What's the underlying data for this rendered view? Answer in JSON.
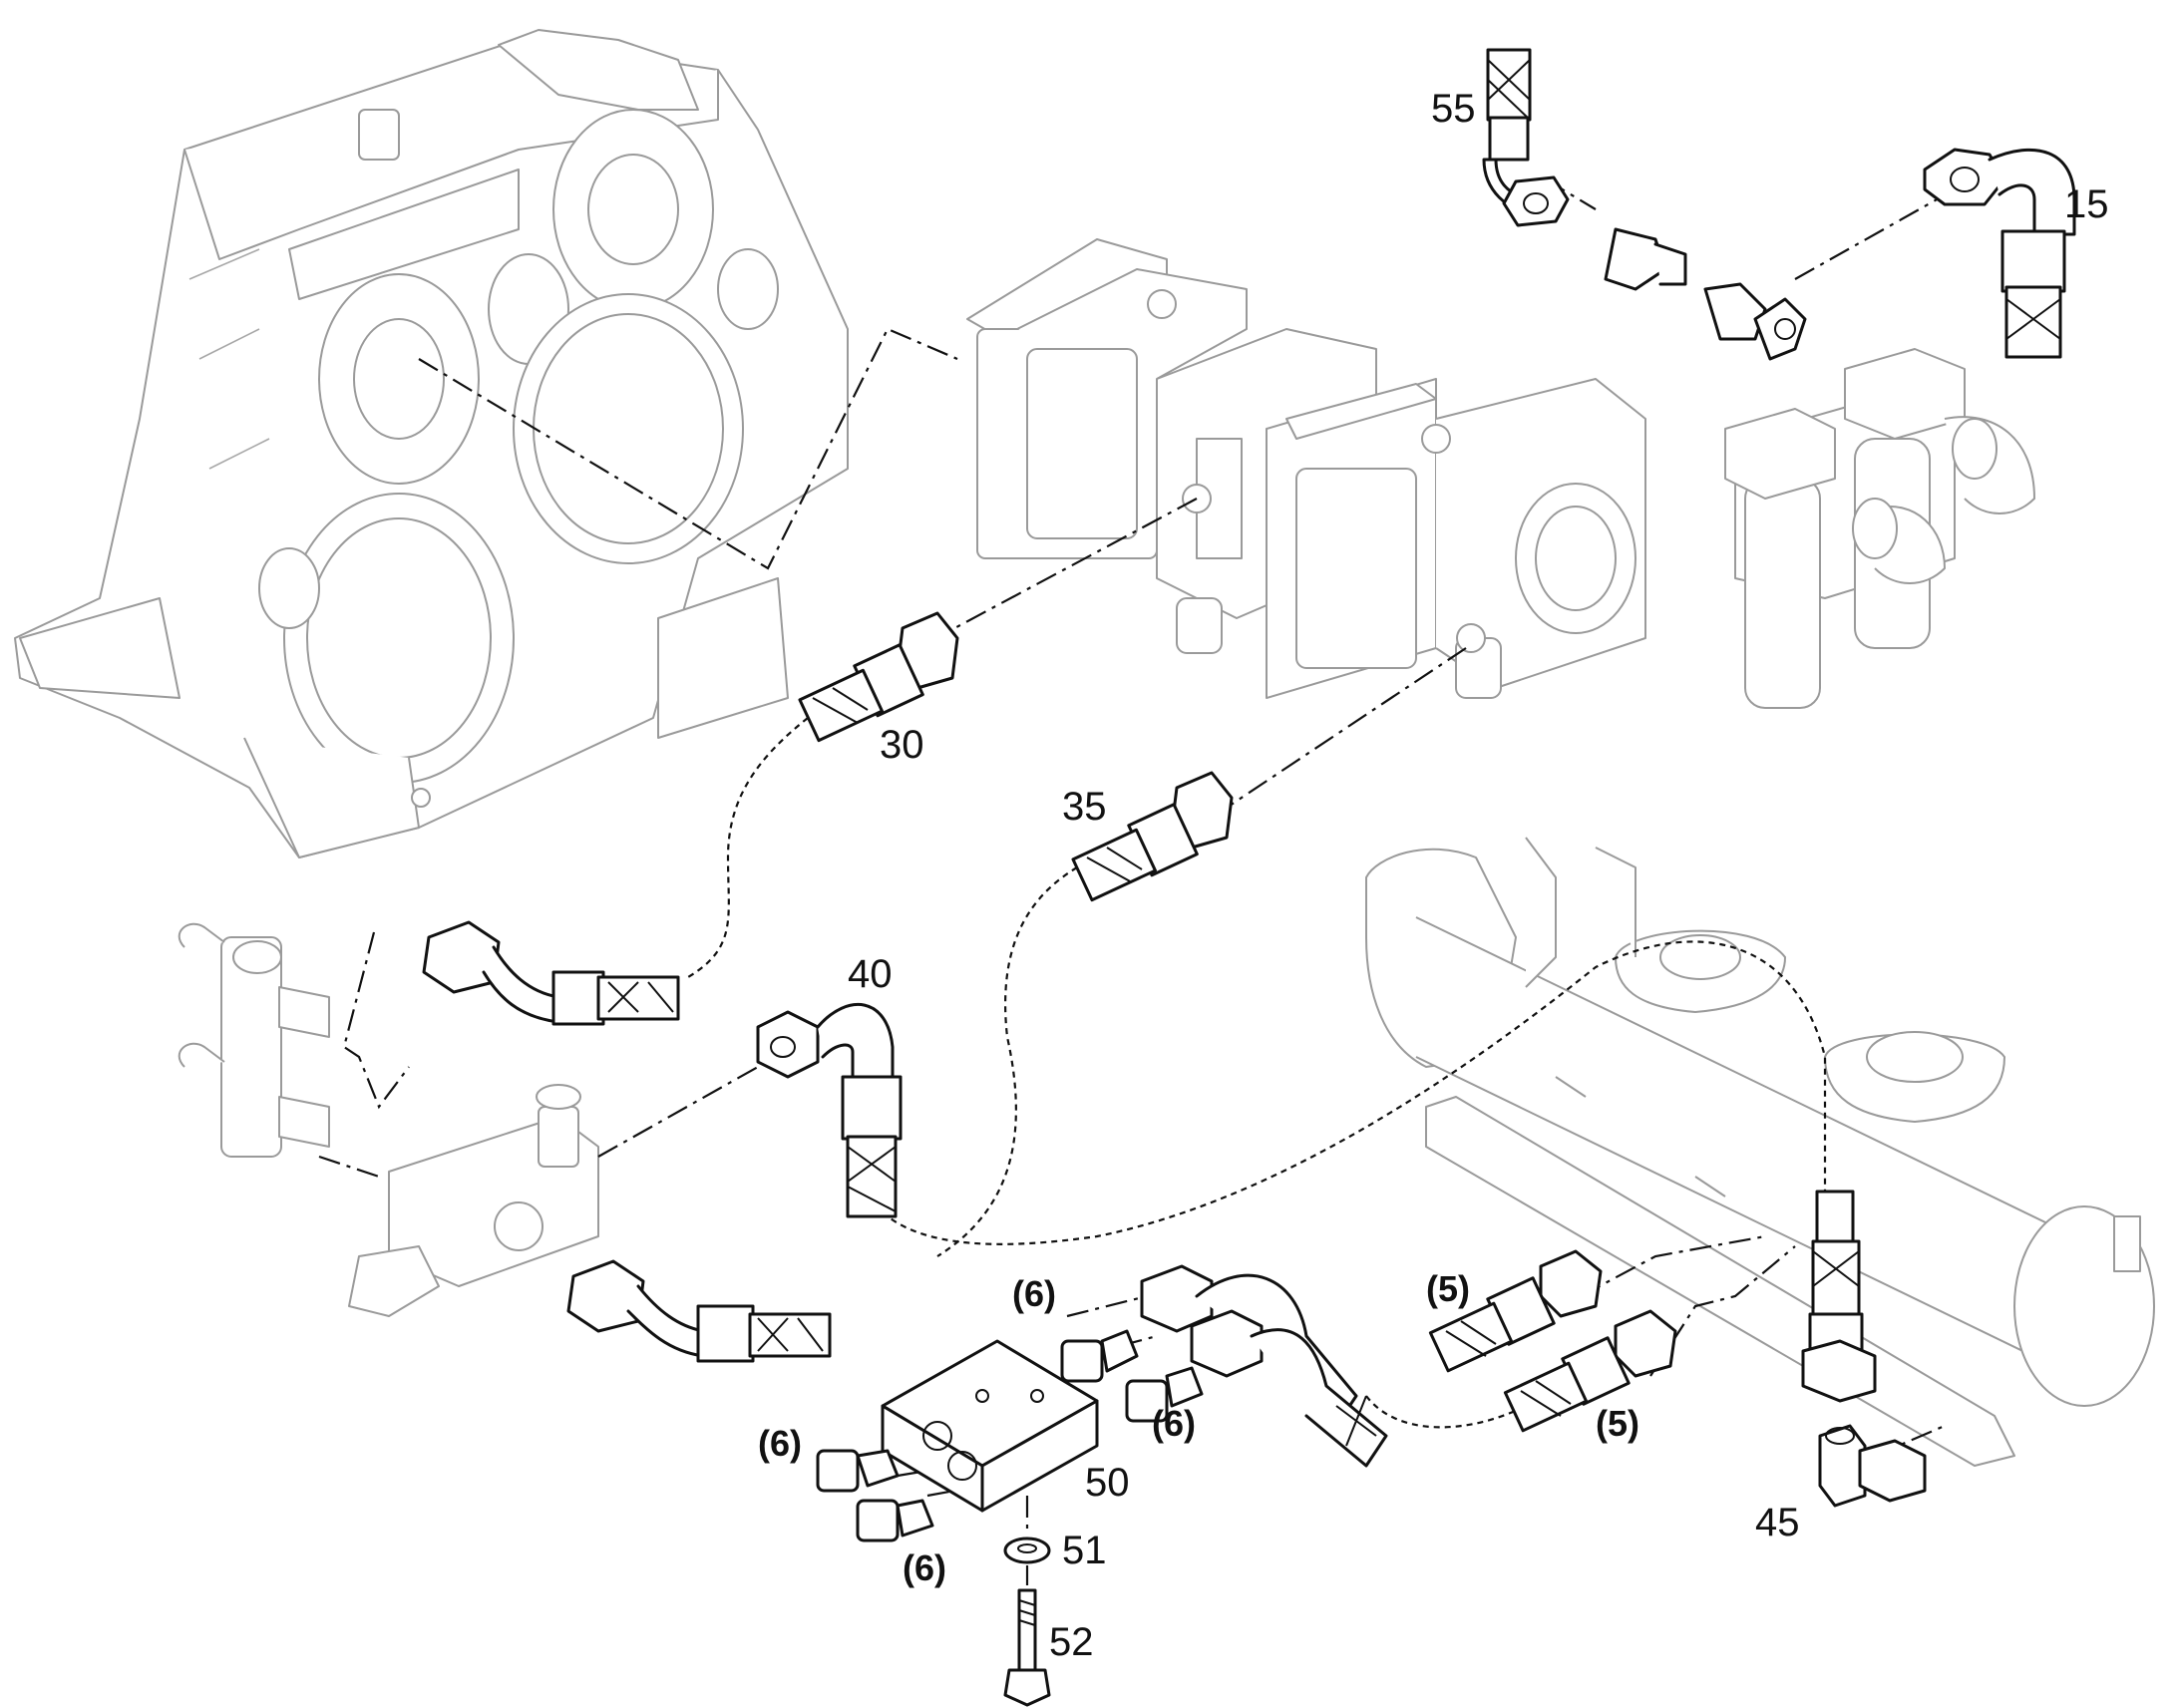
{
  "colors": {
    "ink": "#111111",
    "ghost": "#9a9a9a",
    "background": "#ffffff"
  },
  "callouts": {
    "c55": "55",
    "c15": "15",
    "c30": "30",
    "c35": "35",
    "c40": "40",
    "c45": "45",
    "c50": "50",
    "c51": "51",
    "c52": "52",
    "c5a": "(5)",
    "c5b": "(5)",
    "c6a": "(6)",
    "c6b": "(6)",
    "c6c": "(6)",
    "c6d": "(6)"
  }
}
